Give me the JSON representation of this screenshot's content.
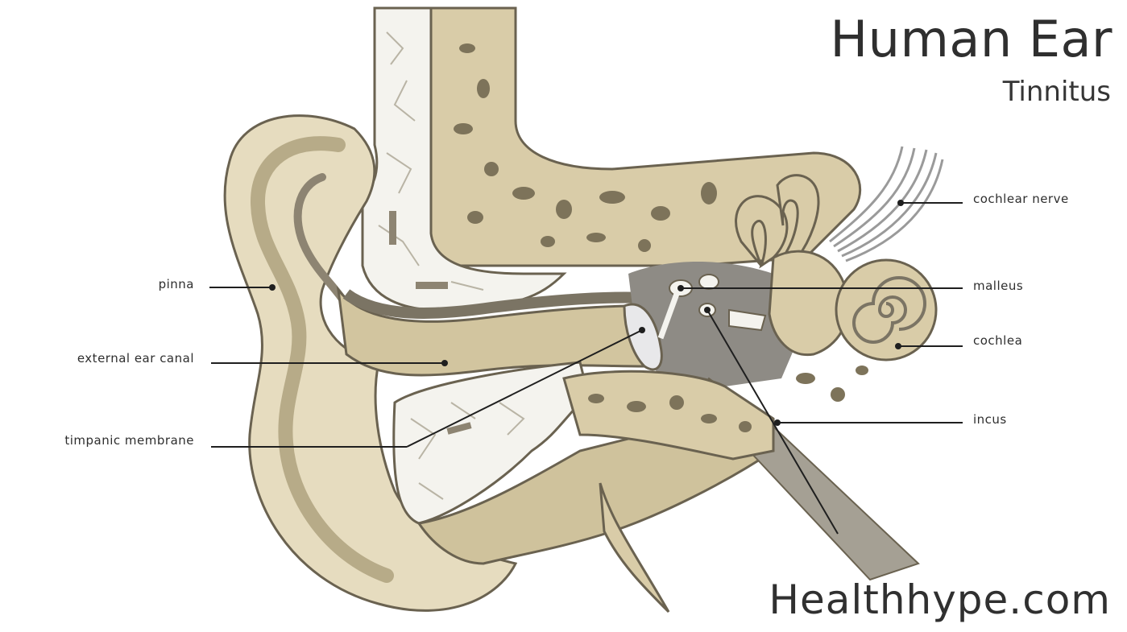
{
  "header": {
    "title": "Human Ear",
    "subtitle": "Tinnitus"
  },
  "watermark": "Healthhype.com",
  "labels": {
    "pinna": "pinna",
    "external_ear_canal": "external ear canal",
    "tympanic_membrane": "timpanic membrane",
    "cochlear_nerve": "cochlear nerve",
    "malleus": "malleus",
    "cochlea": "cochlea",
    "incus": "incus"
  },
  "colors": {
    "tissue_light": "#e6dcbf",
    "tissue_mid": "#cfc29c",
    "bone_beige": "#d9cca8",
    "bone_spots": "#7d735a",
    "shadow": "#8d8472",
    "cavity_gray": "#8e8b85",
    "bone_white": "#f4f3ee",
    "outline": "#5b5446",
    "leader_line": "#1f1f1f"
  }
}
